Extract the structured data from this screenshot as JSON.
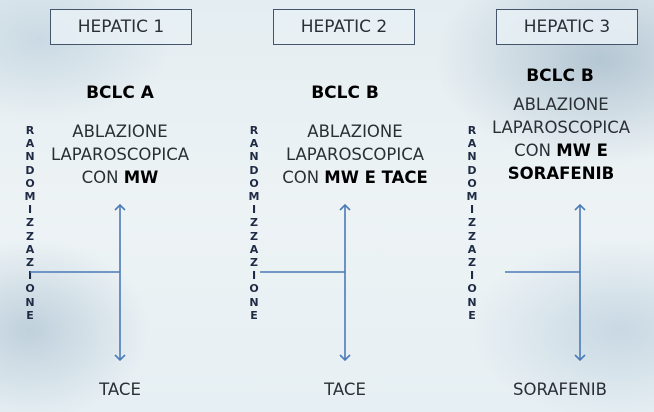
{
  "arms": [
    {
      "title": "HEPATIC 1",
      "stage": "BCLC A",
      "desc_line1": "ABLAZIONE",
      "desc_line2": "LAPAROSCOPICA",
      "desc_line3_prefix": "CON ",
      "desc_line3_bold": "MW",
      "side_label": "RANDOMIZZAZIONE",
      "comparator": "TACE"
    },
    {
      "title": "HEPATIC 2",
      "stage": "BCLC B",
      "desc_line1": "ABLAZIONE",
      "desc_line2": "LAPAROSCOPICA",
      "desc_line3_prefix": "CON ",
      "desc_line3_bold": "MW E TACE",
      "side_label": "RANDOMIZZAZIONE",
      "comparator": "TACE"
    },
    {
      "title": "HEPATIC 3",
      "stage": "BCLC B",
      "desc_line1": "ABLAZIONE",
      "desc_line2": "LAPAROSCOPICA",
      "desc_line3_prefix": "CON ",
      "desc_line3_bold": "MW E",
      "desc_line4_bold": "SORAFENIB",
      "side_label": "RANDOMIZZAZIONE",
      "comparator": "SORAFENIB"
    }
  ],
  "colors": {
    "arrow": "#4a7ab8",
    "box_border": "#44546a",
    "vertical_text": "#1f2a44"
  }
}
